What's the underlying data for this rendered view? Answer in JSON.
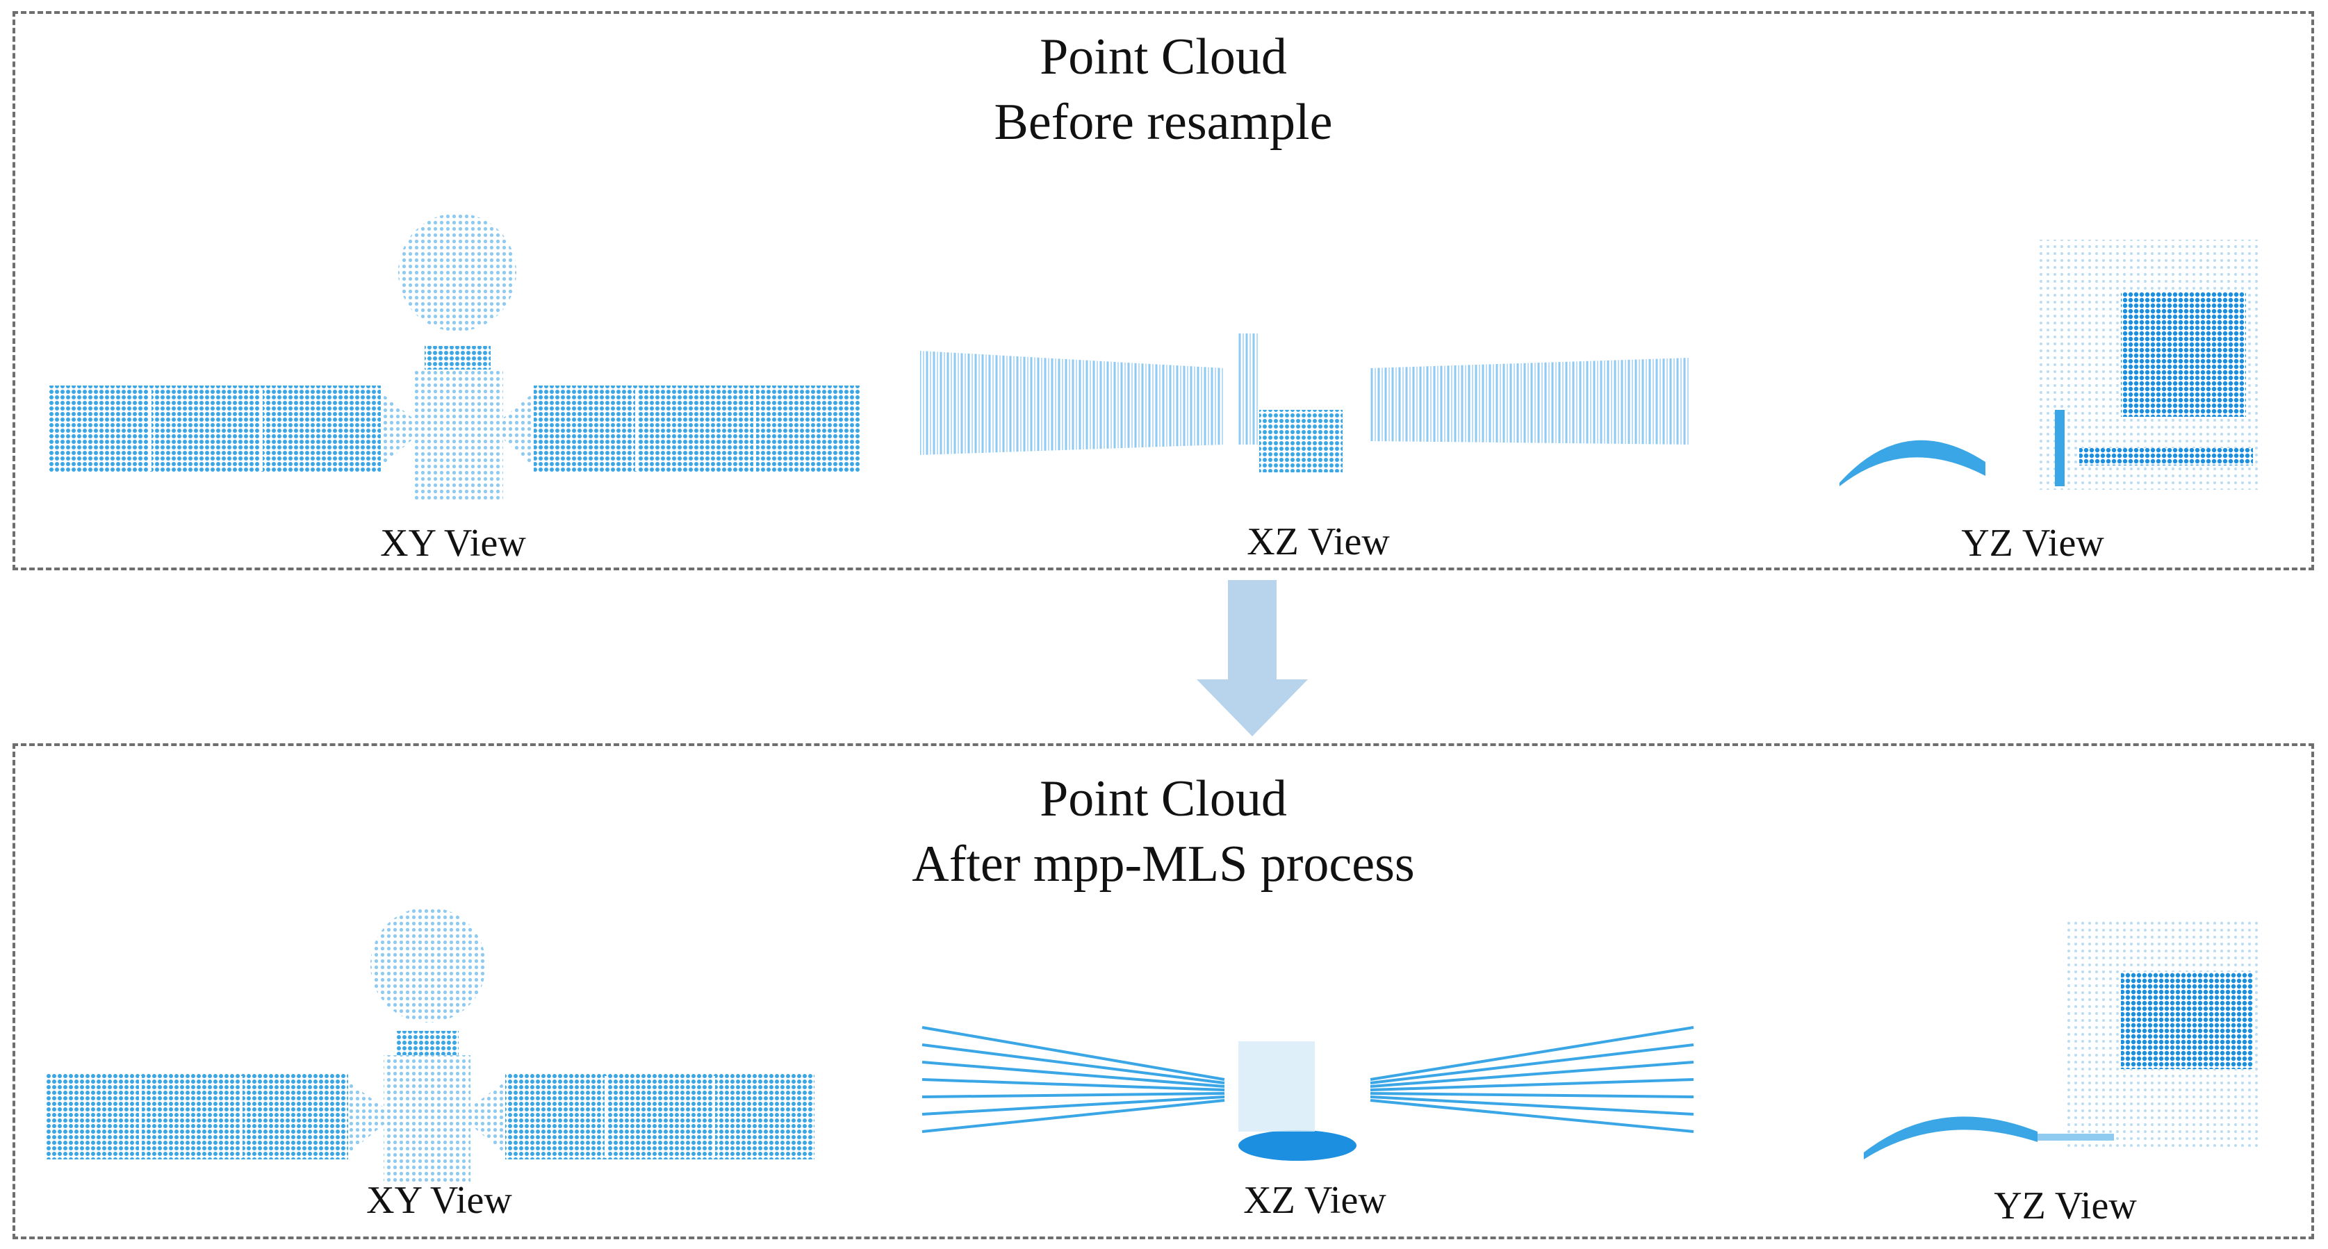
{
  "top": {
    "title_line1": "Point Cloud",
    "title_line2": "Before resample",
    "captions": [
      "XY View",
      "XZ View",
      "YZ View"
    ]
  },
  "bottom": {
    "title_line1": "Point Cloud",
    "title_line2": "After mpp-MLS process",
    "captions": [
      "XY View",
      "XZ View",
      "YZ View"
    ]
  },
  "colors": {
    "point": "#3aa6e6",
    "point_dark": "#1c8fe0",
    "point_light": "#8fcaf0",
    "arrow": "#b7d4ec",
    "border": "#6e6e6e"
  }
}
